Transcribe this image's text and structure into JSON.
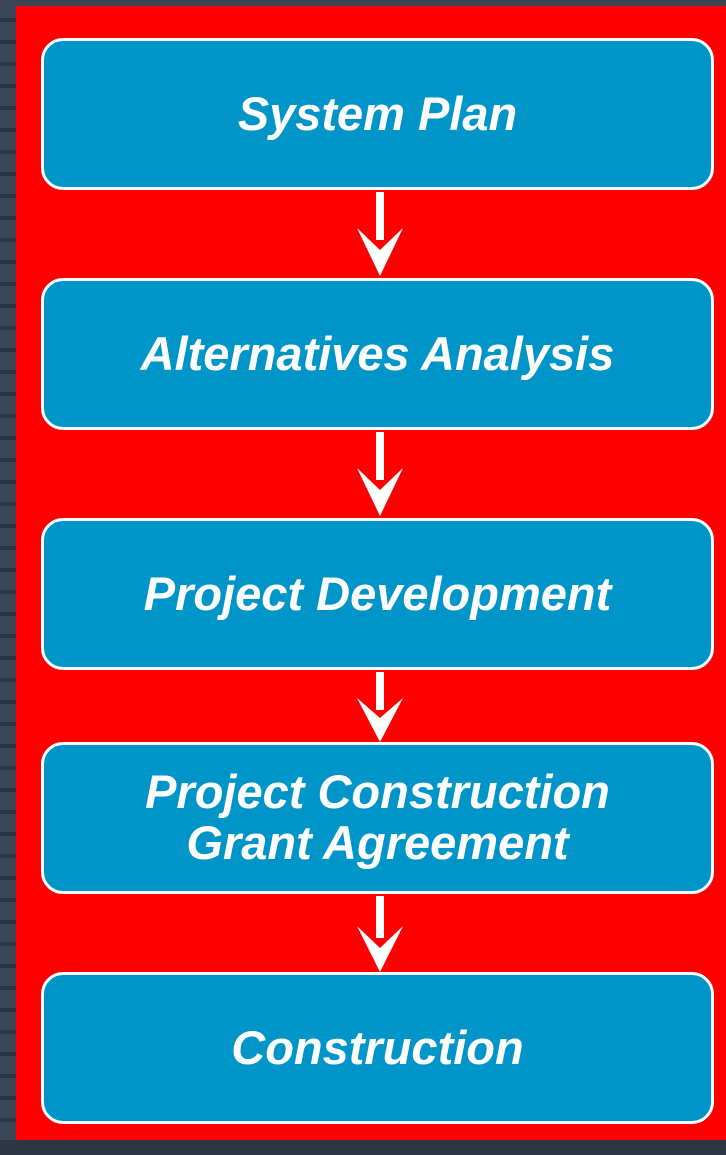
{
  "diagram": {
    "steps": [
      {
        "label": "System Plan"
      },
      {
        "label": "Alternatives Analysis"
      },
      {
        "label": "Project Development"
      },
      {
        "label": "Project Construction\nGrant Agreement"
      },
      {
        "label": "Construction"
      }
    ],
    "colors": {
      "panel_background": "#ff0000",
      "box_fill": "#0095c8",
      "box_border": "#ffffff",
      "text": "#ffffff",
      "arrow": "#ffffff"
    },
    "arrow_icon": "down-arrow-icon"
  }
}
